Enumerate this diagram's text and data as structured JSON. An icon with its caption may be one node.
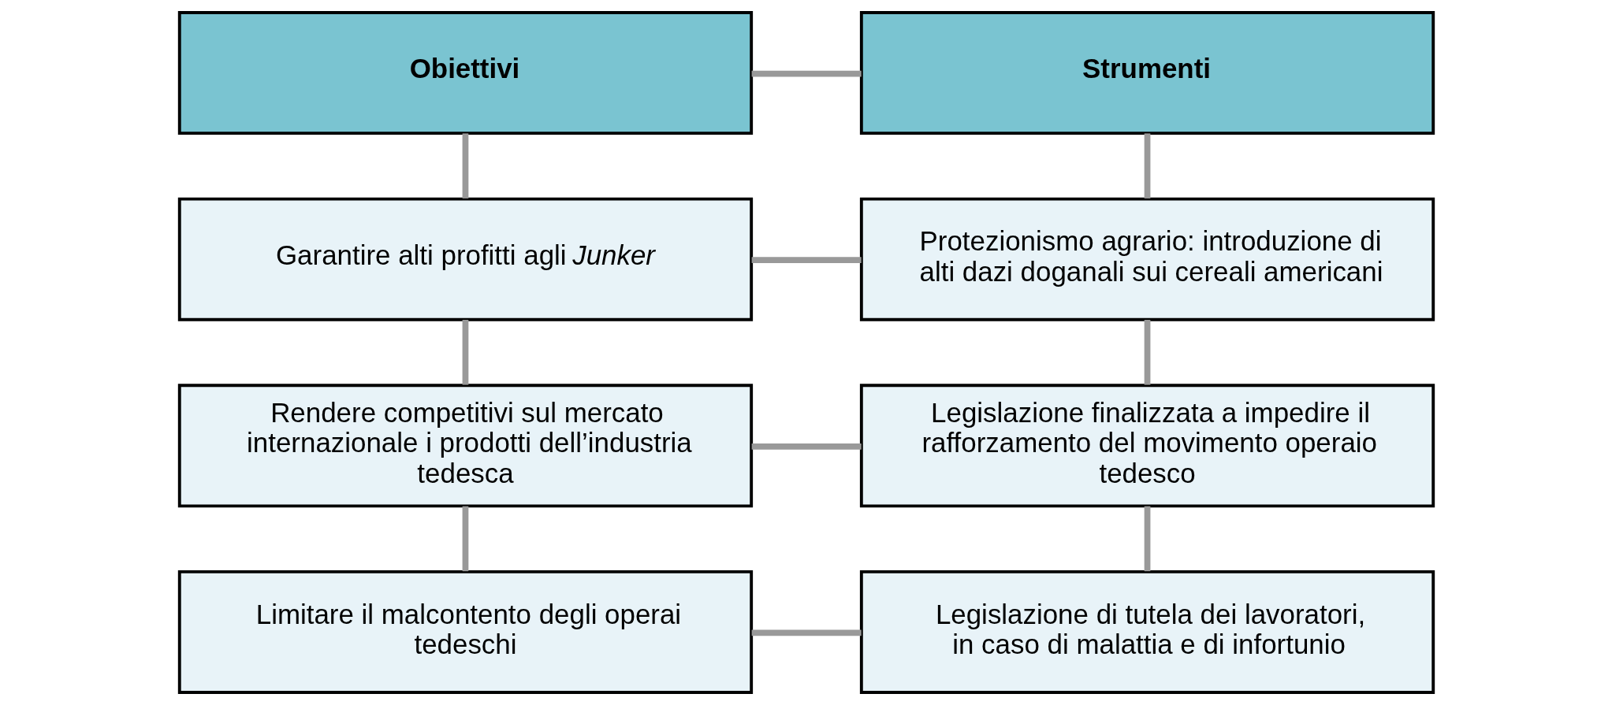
{
  "diagram": {
    "nodes": [
      {
        "text": [
          "Obiettivi"
        ]
      },
      {
        "text": [
          "Strumenti"
        ]
      },
      {
        "text": [
          "Garantire alti profitti agli *Junker*"
        ]
      },
      {
        "text": [
          "Protezionismo agrario: introduzione di alti dazi doganali sui cereali americani"
        ]
      },
      {
        "text": [
          "Rendere competitivi sul mercato internazionale i prodotti dell’industria tedesca"
        ]
      },
      {
        "text": [
          "Legislazione finalizzata a impedire il rafforzamento del movimento operaio tedesco"
        ]
      },
      {
        "text": [
          "Limitare il malcontento degli operai tedeschi"
        ]
      },
      {
        "text": [
          "Legislazione di tutela dei lavoratori, in caso di malattia e di infortunio"
        ]
      }
    ],
    "edges": [
      {
        "from": 0,
        "to": 1,
        "arrow": "none"
      },
      {
        "from": 0,
        "to": 2,
        "arrow": "none"
      },
      {
        "from": 1,
        "to": 3,
        "arrow": "none"
      },
      {
        "from": 2,
        "to": 3,
        "arrow": "none"
      },
      {
        "from": 2,
        "to": 4,
        "arrow": "none"
      },
      {
        "from": 3,
        "to": 5,
        "arrow": "none"
      },
      {
        "from": 4,
        "to": 5,
        "arrow": "none"
      },
      {
        "from": 4,
        "to": 6,
        "arrow": "none"
      },
      {
        "from": 5,
        "to": 7,
        "arrow": "none"
      },
      {
        "from": 6,
        "to": 7,
        "arrow": "none"
      }
    ]
  }
}
